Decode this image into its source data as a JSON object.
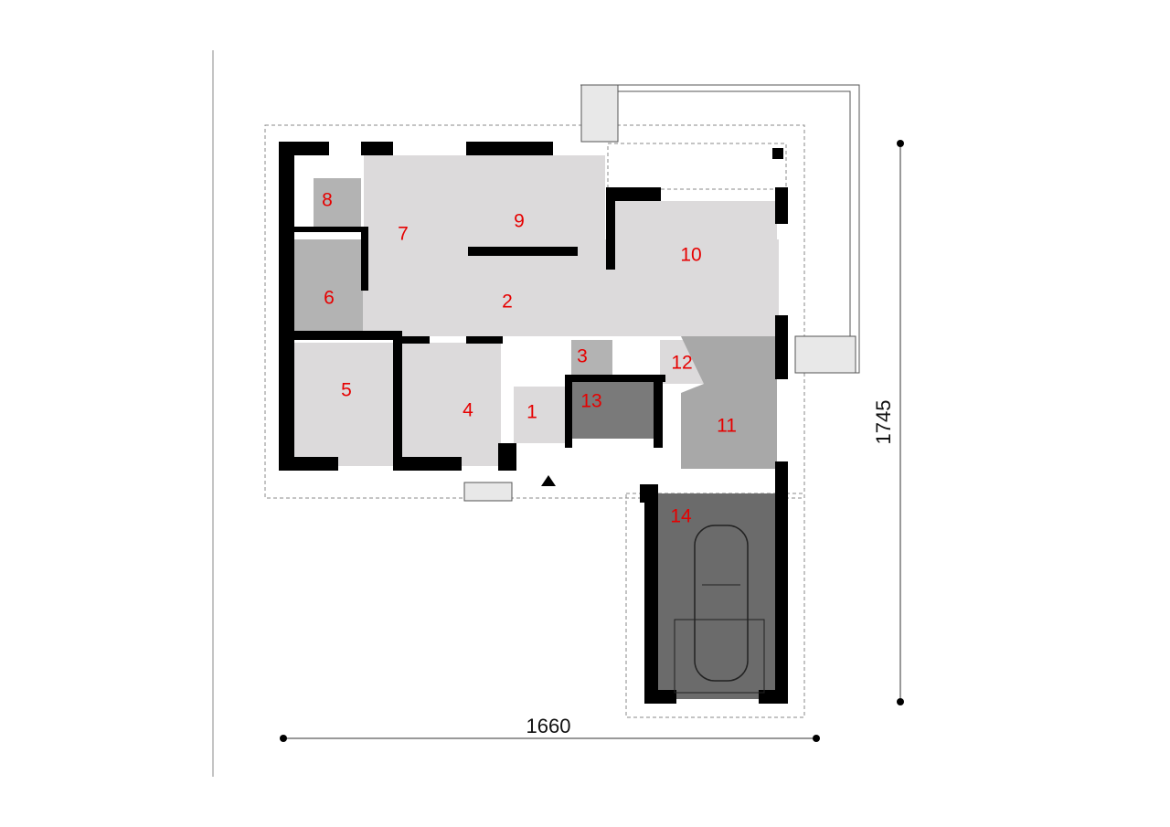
{
  "plan": {
    "rooms": [
      {
        "number": "1"
      },
      {
        "number": "2"
      },
      {
        "number": "3"
      },
      {
        "number": "4"
      },
      {
        "number": "5"
      },
      {
        "number": "6"
      },
      {
        "number": "7"
      },
      {
        "number": "8"
      },
      {
        "number": "9"
      },
      {
        "number": "10"
      },
      {
        "number": "11"
      },
      {
        "number": "12"
      },
      {
        "number": "13"
      },
      {
        "number": "14"
      }
    ],
    "dimensions": {
      "width": "1660",
      "depth": "1745"
    },
    "colors": {
      "label": "#e60000",
      "light": "#dcdadb",
      "medium": "#b3b3b3",
      "dark": "#7a7a7a",
      "garage": "#6b6b6b"
    }
  }
}
